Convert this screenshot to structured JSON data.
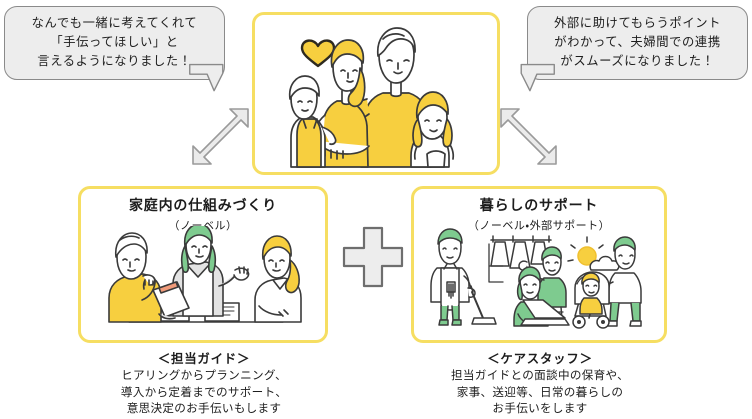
{
  "colors": {
    "card_border_yellow": "#f6de62",
    "bubble_fill": "#ededed",
    "bubble_border": "#8a8a8a",
    "arrow_fill": "#ebebeb",
    "arrow_border": "#9a9a9a",
    "accent_yellow": "#f7cf3f",
    "accent_green": "#7ecb8f",
    "line_ink": "#3a3a3a",
    "text": "#1d1d1d"
  },
  "bubbles": {
    "left": {
      "lines": [
        "なんでも一緒に考えてくれて",
        "「手伝ってほしい」と",
        "言えるようになりました！"
      ]
    },
    "right": {
      "lines": [
        "外部に助けてもらうポイント",
        "がわかって、夫婦間での連携",
        "がスムーズになりました！"
      ]
    }
  },
  "center_panel": {
    "illustration_name": "family-of-four-with-heart",
    "description": "父・母・幼児・女児のイラスト、ハートマーク付き"
  },
  "plus": {
    "symbol": "+"
  },
  "cards": [
    {
      "id": "home-system",
      "title": "家庭内の仕組みづくり",
      "subtitle": "（ノーベル）",
      "illustration_name": "meeting-three-people-at-table"
    },
    {
      "id": "living-support",
      "title": "暮らしのサポート",
      "subtitle": "（ノーベル・外部サポート）",
      "illustration_name": "housekeeping-laundry-pc-stroller"
    }
  ],
  "captions": [
    {
      "id": "guide",
      "heading": "＜担当ガイド＞",
      "lines": [
        "ヒアリングからプランニング、",
        "導入から定着までのサポート、",
        "意思決定のお手伝いもします"
      ]
    },
    {
      "id": "care-staff",
      "heading": "＜ケアスタッフ＞",
      "lines": [
        "担当ガイドとの面談中の保育や、",
        "家事、送迎等、日常の暮らしの",
        "お手伝いをします"
      ]
    }
  ],
  "arrows": {
    "left_name": "double-headed-arrow-up-right",
    "right_name": "double-headed-arrow-up-left"
  }
}
